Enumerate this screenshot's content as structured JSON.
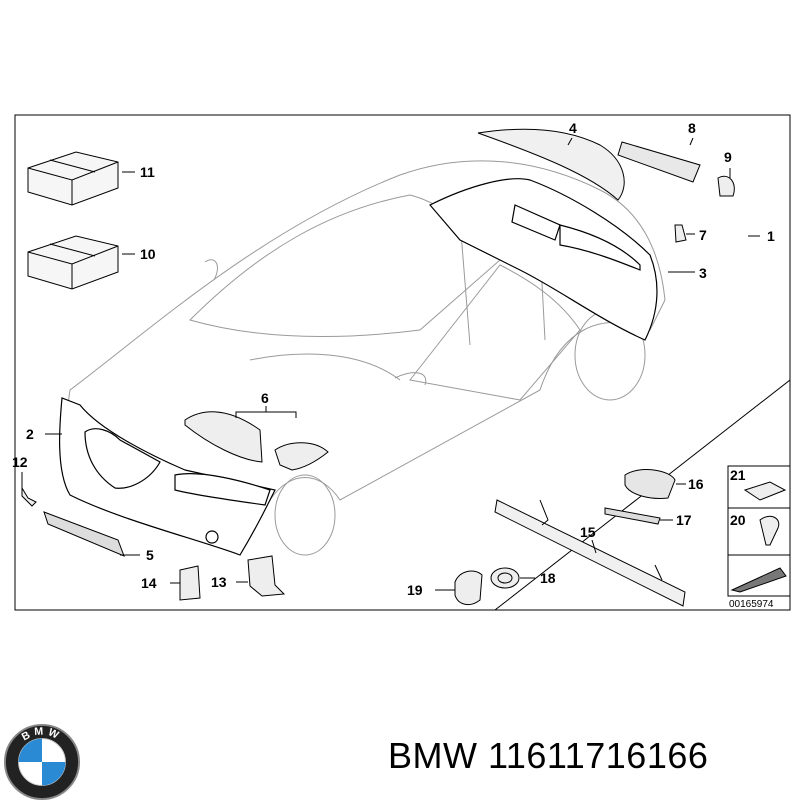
{
  "diagram": {
    "callouts": {
      "c1": "1",
      "c2": "2",
      "c3": "3",
      "c4": "4",
      "c5": "5",
      "c6": "6",
      "c7": "7",
      "c8": "8",
      "c9": "9",
      "c10": "10",
      "c11": "11",
      "c12": "12",
      "c13": "13",
      "c14": "14",
      "c15": "15",
      "c16": "16",
      "c17": "17",
      "c18": "18",
      "c19": "19",
      "c20": "20",
      "c21": "21"
    },
    "document_number": "00165974"
  },
  "logo": {
    "letters": [
      "B",
      "M",
      "W"
    ]
  },
  "footer": {
    "brand": "BMW",
    "part_number": "11611716166"
  }
}
